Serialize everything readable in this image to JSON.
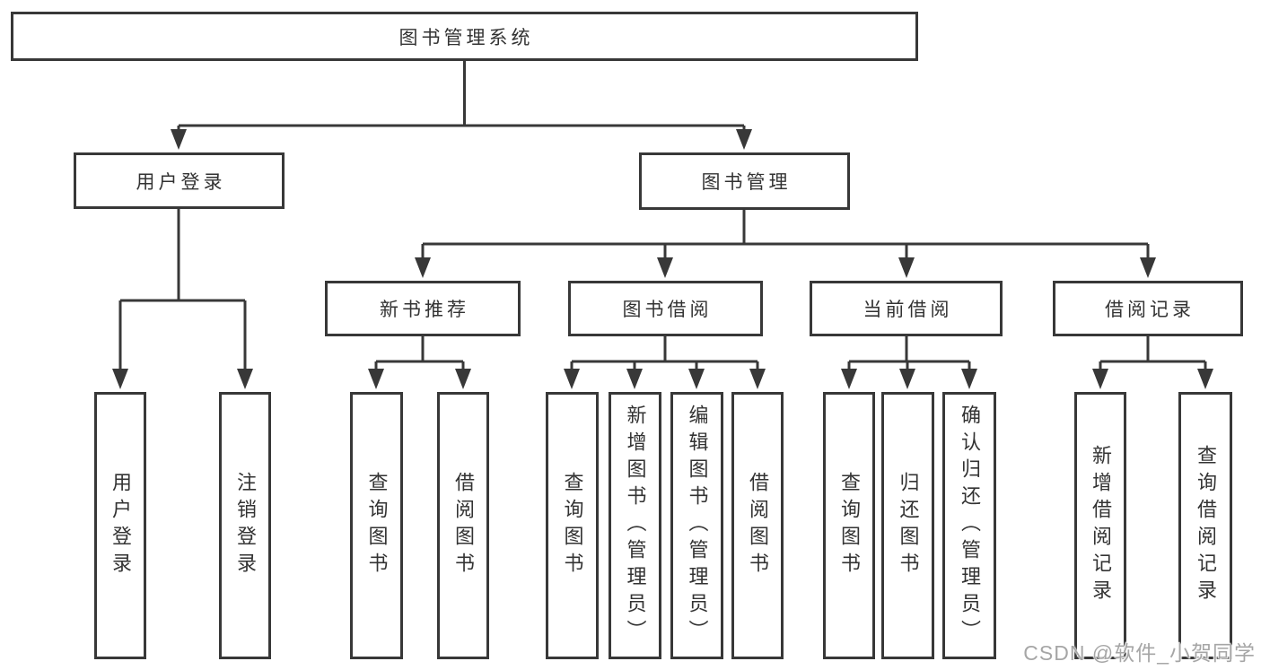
{
  "diagram_title": "图书管理系统",
  "nodes": {
    "root": "图书管理系统",
    "user_login": "用户登录",
    "book_mgmt": "图书管理",
    "leaf_user_login": "用户登录",
    "leaf_logout": "注销登录",
    "new_books": "新书推荐",
    "new_query": "查询图书",
    "new_borrow": "借阅图书",
    "book_borrow": "图书借阅",
    "bb_query": "查询图书",
    "bb_add": "新增图书（管理员）",
    "bb_edit": "编辑图书（管理员）",
    "bb_borrow": "借阅图书",
    "current_borrow": "当前借阅",
    "cb_query": "查询图书",
    "cb_return": "归还图书",
    "cb_confirm": "确认归还（管理员）",
    "borrow_records": "借阅记录",
    "br_add": "新增借阅记录",
    "br_query": "查询借阅记录"
  },
  "hierarchy": {
    "root": "图书管理系统",
    "children": [
      {
        "label": "用户登录",
        "children": [
          "用户登录",
          "注销登录"
        ]
      },
      {
        "label": "图书管理",
        "children": [
          {
            "label": "新书推荐",
            "children": [
              "查询图书",
              "借阅图书"
            ]
          },
          {
            "label": "图书借阅",
            "children": [
              "查询图书",
              "新增图书（管理员）",
              "编辑图书（管理员）",
              "借阅图书"
            ]
          },
          {
            "label": "当前借阅",
            "children": [
              "查询图书",
              "归还图书",
              "确认归还（管理员）"
            ]
          },
          {
            "label": "借阅记录",
            "children": [
              "新增借阅记录",
              "查询借阅记录"
            ]
          }
        ]
      }
    ]
  },
  "watermark": "CSDN @软件_小贺同学",
  "colors": {
    "line": "#383838",
    "box_border": "#383838",
    "text": "#333333",
    "background": "#ffffff",
    "watermark": "#a6a6a6"
  }
}
